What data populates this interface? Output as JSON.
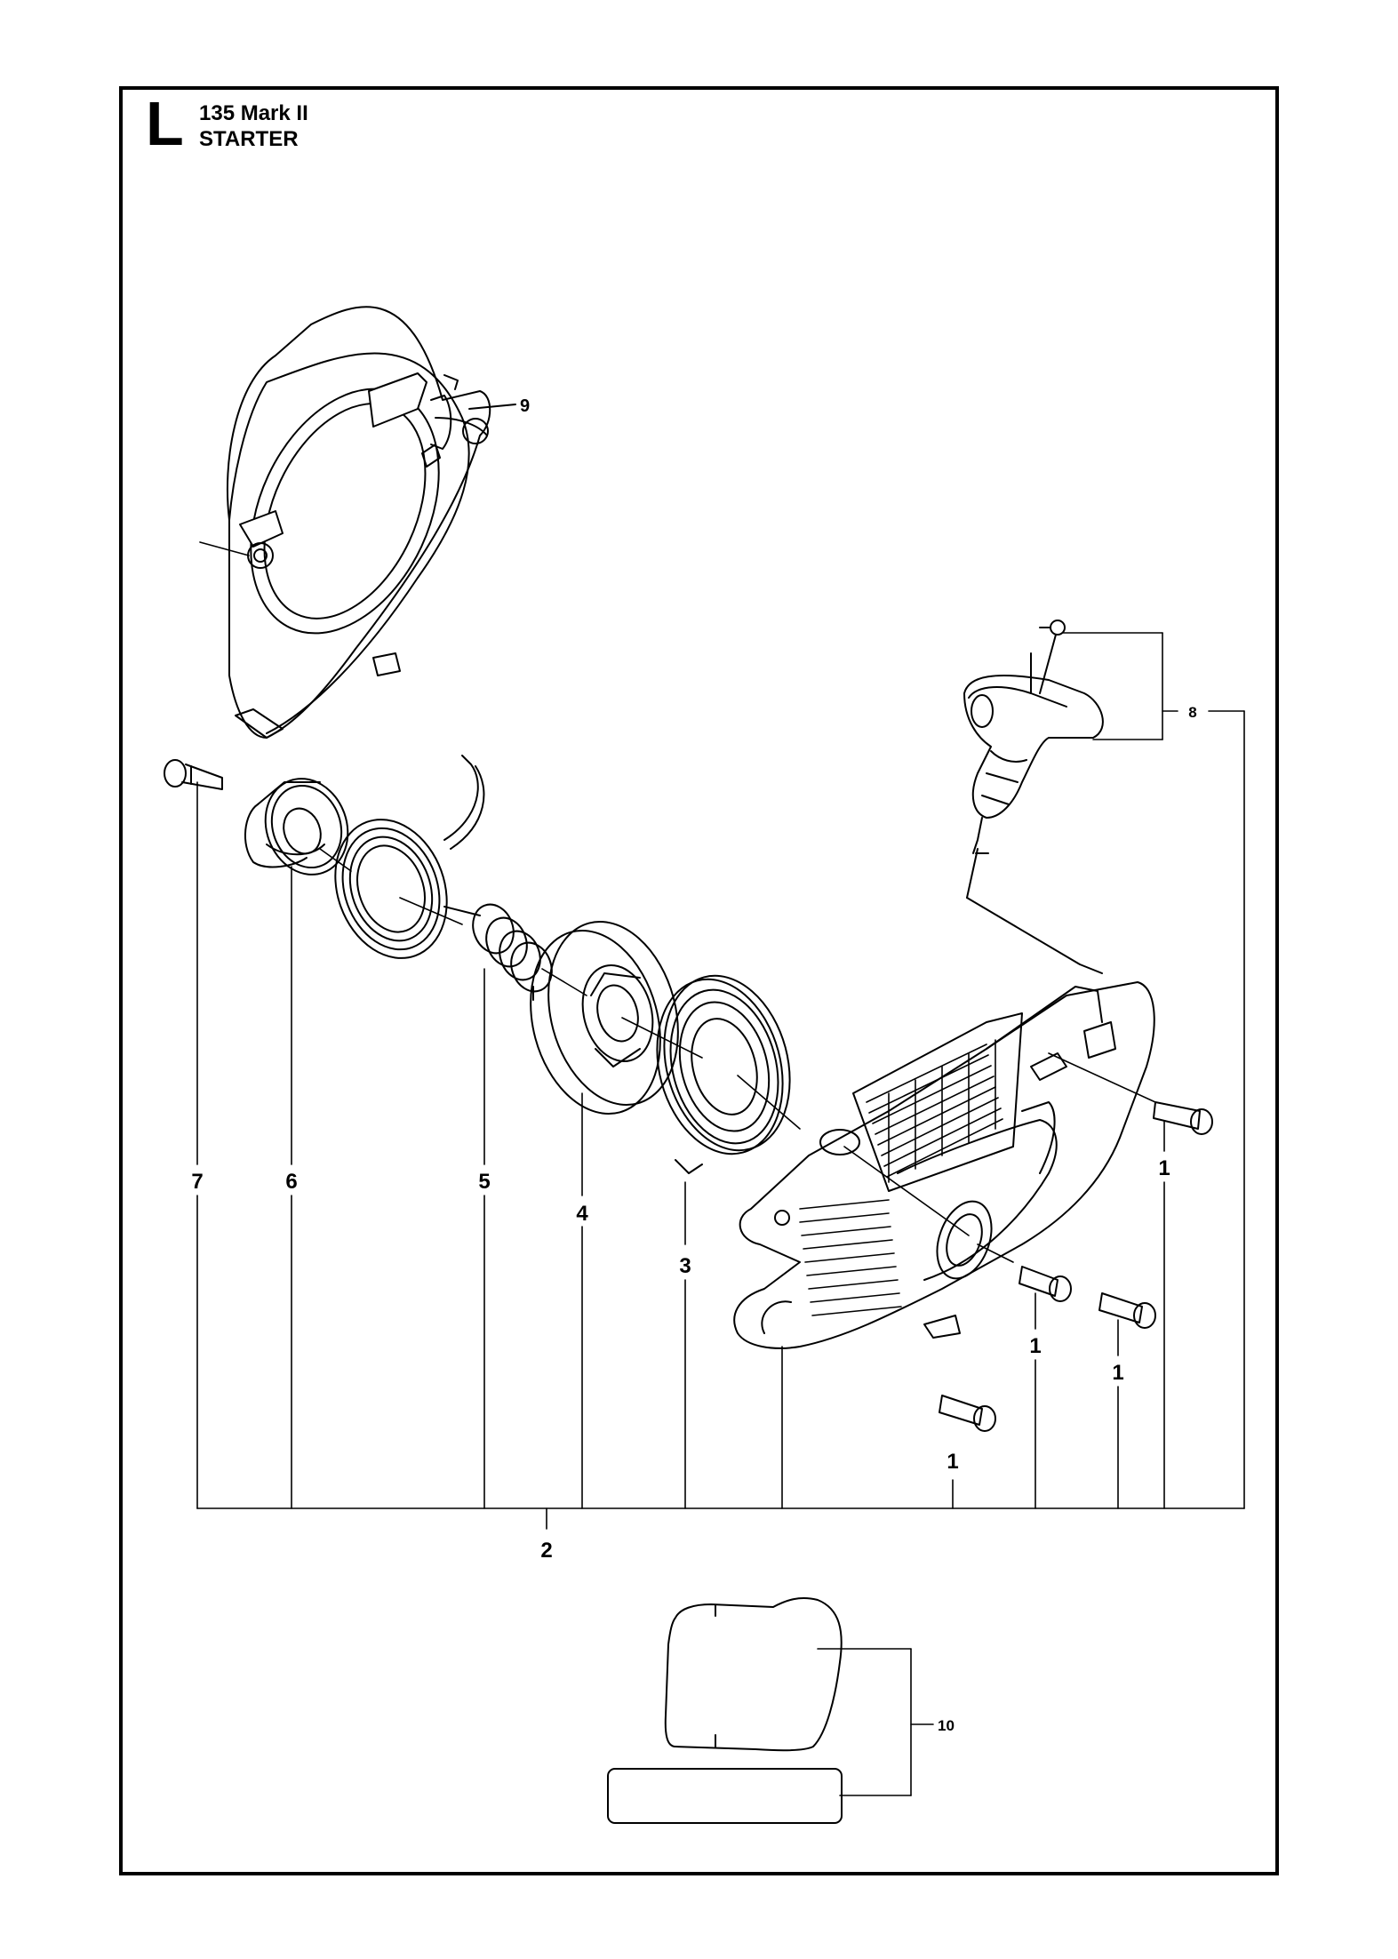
{
  "header": {
    "section_letter": "L",
    "model": "135 Mark II",
    "section": "STARTER"
  },
  "callouts": {
    "c1a": "1",
    "c1b": "1",
    "c1c": "1",
    "c1d": "1",
    "c2": "2",
    "c3": "3",
    "c4": "4",
    "c5": "5",
    "c6": "6",
    "c7": "7",
    "c8": "8",
    "c9": "9",
    "c10": "10"
  }
}
